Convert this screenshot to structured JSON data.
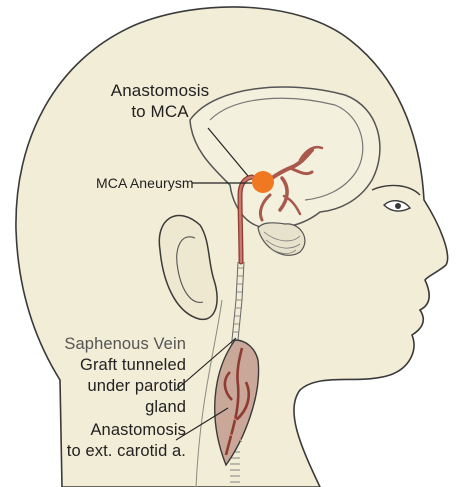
{
  "labels": {
    "anastomosis_mca": "Anastomosis\nto MCA",
    "mca_aneurysm": "MCA Aneurysm",
    "saphenous_vein_line1": "Saphenous Vein",
    "saphenous_vein_rest": "Graft tunneled\nunder parotid\ngland",
    "anastomosis_ext": "Anastomosis\nto ext. carotid a."
  },
  "colors": {
    "skin": "#f2edd6",
    "outline": "#3a3a3a",
    "vessel": "#b8645a",
    "aneurysm": "#f07820",
    "label_text": "#222222"
  }
}
